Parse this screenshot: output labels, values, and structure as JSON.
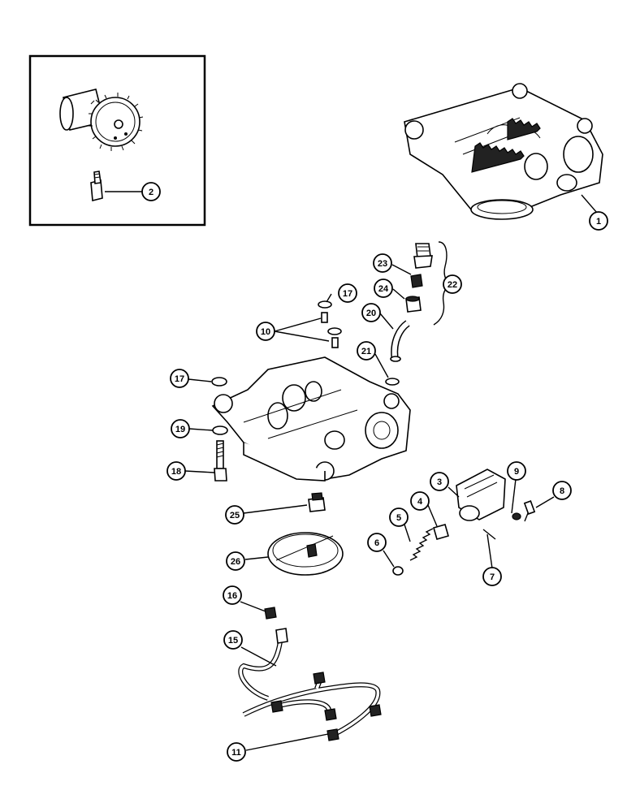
{
  "callouts": {
    "c1": "1",
    "c2": "2",
    "c3": "3",
    "c4": "4",
    "c5": "5",
    "c6": "6",
    "c7": "7",
    "c8": "8",
    "c9": "9",
    "c10": "10",
    "c11": "11",
    "c15": "15",
    "c16": "16",
    "c17a": "17",
    "c17b": "17",
    "c18": "18",
    "c19": "19",
    "c20": "20",
    "c21": "21",
    "c22": "22",
    "c23": "23",
    "c24": "24",
    "c25": "25",
    "c26": "26"
  }
}
